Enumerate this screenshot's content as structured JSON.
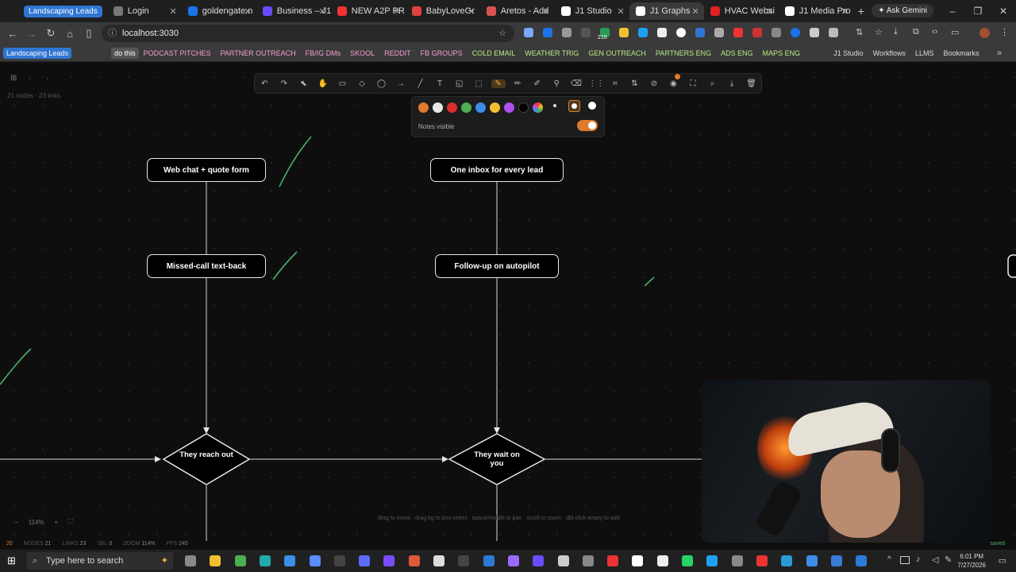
{
  "browser": {
    "tab_group_label": "Landscaping Leads",
    "tabs": [
      {
        "label": "Login",
        "color": "#777"
      },
      {
        "label": "goldengate.n",
        "color": "#1a73e8"
      },
      {
        "label": "Business – J1",
        "color": "#6b4bff"
      },
      {
        "label": "NEW A2P PR",
        "color": "#e33"
      },
      {
        "label": "BabyLoveGr",
        "color": "#e04040"
      },
      {
        "label": "Aretos - Add",
        "color": "#d9534f"
      },
      {
        "label": "J1 Studio",
        "color": "#fff"
      },
      {
        "label": "J1 Graphs",
        "color": "#fff"
      },
      {
        "label": "HVAC Websi",
        "color": "#d22"
      },
      {
        "label": "J1 Media Pro",
        "color": "#fff"
      }
    ],
    "new_tab": "+",
    "ask_gemini": "Ask Gemini",
    "url": "localhost:3030",
    "extension_badge": "215",
    "bookmarks": [
      {
        "label": "Landscaping Leads",
        "color": "#ffffff",
        "bg": "#2f76d2"
      },
      {
        "label": "do this",
        "color": "#ffffff",
        "bg": "#555"
      },
      {
        "label": "PODCAST PITCHES",
        "color": "#f59fd5"
      },
      {
        "label": "PARTNER OUTREACH",
        "color": "#f59fd5"
      },
      {
        "label": "FB/IG DMs",
        "color": "#f59fd5"
      },
      {
        "label": "SKOOL",
        "color": "#f59fd5"
      },
      {
        "label": "REDDIT",
        "color": "#f59fd5"
      },
      {
        "label": "FB GROUPS",
        "color": "#f59fd5"
      },
      {
        "label": "COLD EMAIL",
        "color": "#b8e986"
      },
      {
        "label": "WEATHER TRIG",
        "color": "#b8e986"
      },
      {
        "label": "GEN OUTREACH",
        "color": "#b8e986"
      },
      {
        "label": "PARTNERS ENG",
        "color": "#b8e986"
      },
      {
        "label": "ADS ENG",
        "color": "#b8e986"
      },
      {
        "label": "MAPS ENG",
        "color": "#b8e986"
      },
      {
        "label": "J1 Studio",
        "color": "#ddd"
      },
      {
        "label": "Workflows",
        "color": "#ddd"
      },
      {
        "label": "LLMS",
        "color": "#ddd"
      },
      {
        "label": "Bookmarks",
        "color": "#ddd"
      }
    ]
  },
  "app": {
    "stats": "21 nodes · 23 links",
    "notes_label": "Notes visible",
    "swatch_colors": [
      "#e07a2c",
      "#e8e8e8",
      "#d9302c",
      "#4caf50",
      "#3b8fe8",
      "#f0c030",
      "#b050f0",
      "#000000"
    ],
    "nodes": {
      "n1": "Web chat + quote form",
      "n2": "One inbox for every lead",
      "n3": "Missed-call text-back",
      "n4": "Follow-up on autopilot",
      "d1": "They reach out",
      "d2": "They wait on you"
    },
    "hint": "drag to move · drag bg to box-select · space/middle to pan · scroll to zoom · dbl-click empty to add",
    "zoom": "114%",
    "status": {
      "n": "20",
      "nodes_label": "NODES",
      "nodes": "21",
      "links_label": "LINKS",
      "links": "23",
      "sel_label": "SEL",
      "sel": "0",
      "zoom_label": "ZOOM",
      "zoom": "114%",
      "fps_label": "FPS",
      "fps": "245",
      "saved": "saved"
    }
  },
  "taskbar": {
    "search_placeholder": "Type here to search",
    "time": "6:01 PM",
    "date": "7/27/2026"
  }
}
